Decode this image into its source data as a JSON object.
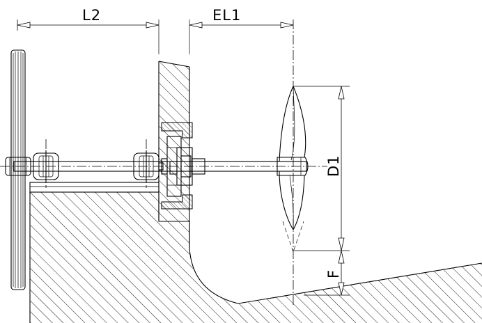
{
  "labels": {
    "l2": "L2",
    "el1": "EL1",
    "d1": "D1",
    "f": "F"
  },
  "colors": {
    "ink": "#000000",
    "background": "#ffffff"
  }
}
